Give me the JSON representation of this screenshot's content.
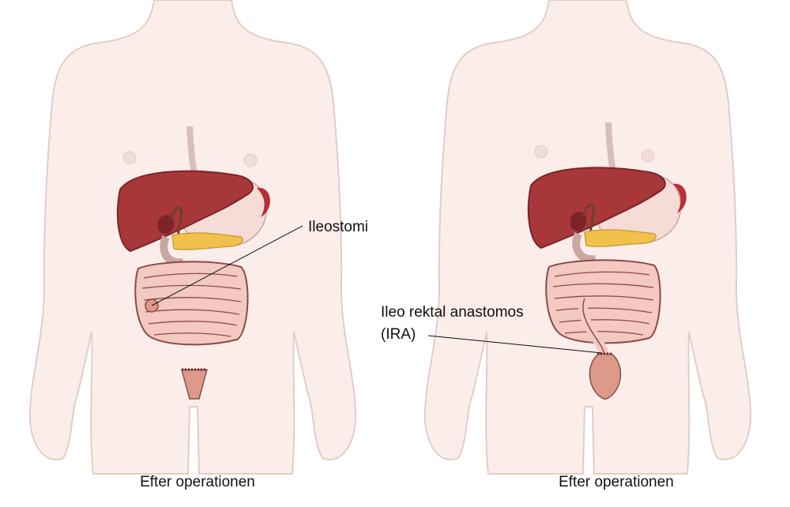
{
  "colors": {
    "skin": "#fbeeea",
    "skin_outline": "#e3cdc7",
    "liver": "#a8373a",
    "liver_dark": "#7d2428",
    "pancreas": "#f2c14c",
    "stomach": "#f6dcd6",
    "intestine": "#f3c9c2",
    "intestine_line": "#8c4a44",
    "rectum": "#dd9a8b",
    "spleen": "#b82f35",
    "leader_line": "#111111"
  },
  "panels": [
    {
      "caption": "Efter operationen",
      "procedure": "ileostomy"
    },
    {
      "caption": "Efter operationen",
      "procedure": "ira"
    }
  ],
  "labels": {
    "ileostomi": "Ileostomi",
    "ira_line1": "Ileo rektal anastomos",
    "ira_line2": "(IRA)"
  }
}
